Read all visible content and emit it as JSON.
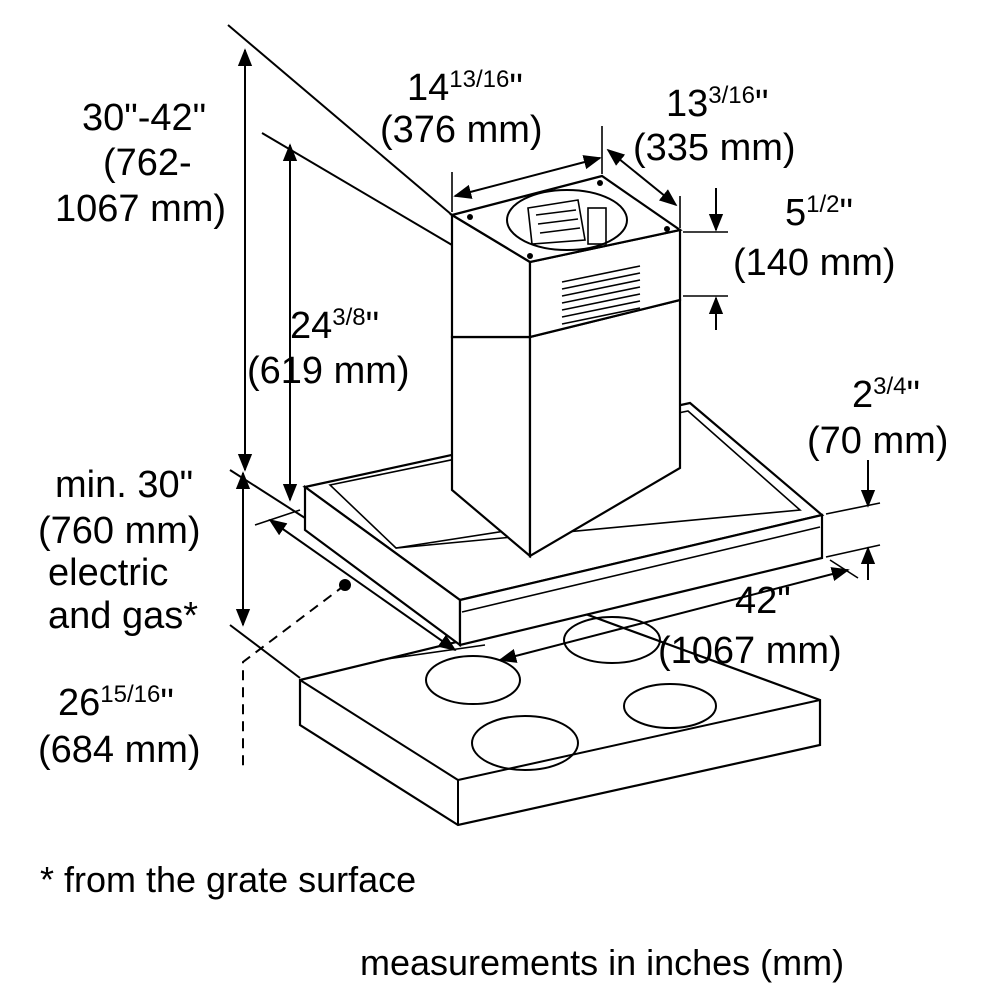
{
  "dimensions": {
    "width": {
      "whole": "14",
      "frac": "13/16",
      "unit": "\"",
      "mm": "(376 mm)"
    },
    "depth": {
      "whole": "13",
      "frac": "3/16",
      "unit": "\"",
      "mm": "(335 mm)"
    },
    "top_section": {
      "whole": "5",
      "frac": "1/2",
      "unit": "\"",
      "mm": "(140 mm)"
    },
    "total_height": {
      "line1": "30\"-42\"",
      "line2": "(762-",
      "line3": "1067 mm)"
    },
    "chimney_height": {
      "whole": "24",
      "frac": "3/8",
      "unit": "\"",
      "mm": "(619 mm)"
    },
    "canopy_thickness": {
      "whole": "2",
      "frac": "3/4",
      "unit": "\"",
      "mm": "(70 mm)"
    },
    "min_clearance": {
      "line1": "min. 30\"",
      "line2": "(760 mm)",
      "line3": "electric",
      "line4": "and gas*"
    },
    "hood_width": {
      "value": "42\"",
      "mm": "(1067 mm)"
    },
    "hood_depth": {
      "whole": "26",
      "frac": "15/16",
      "unit": "\"",
      "mm": "(684 mm)"
    }
  },
  "notes": {
    "footnote": "* from the grate surface",
    "units": "measurements in inches (mm)"
  }
}
